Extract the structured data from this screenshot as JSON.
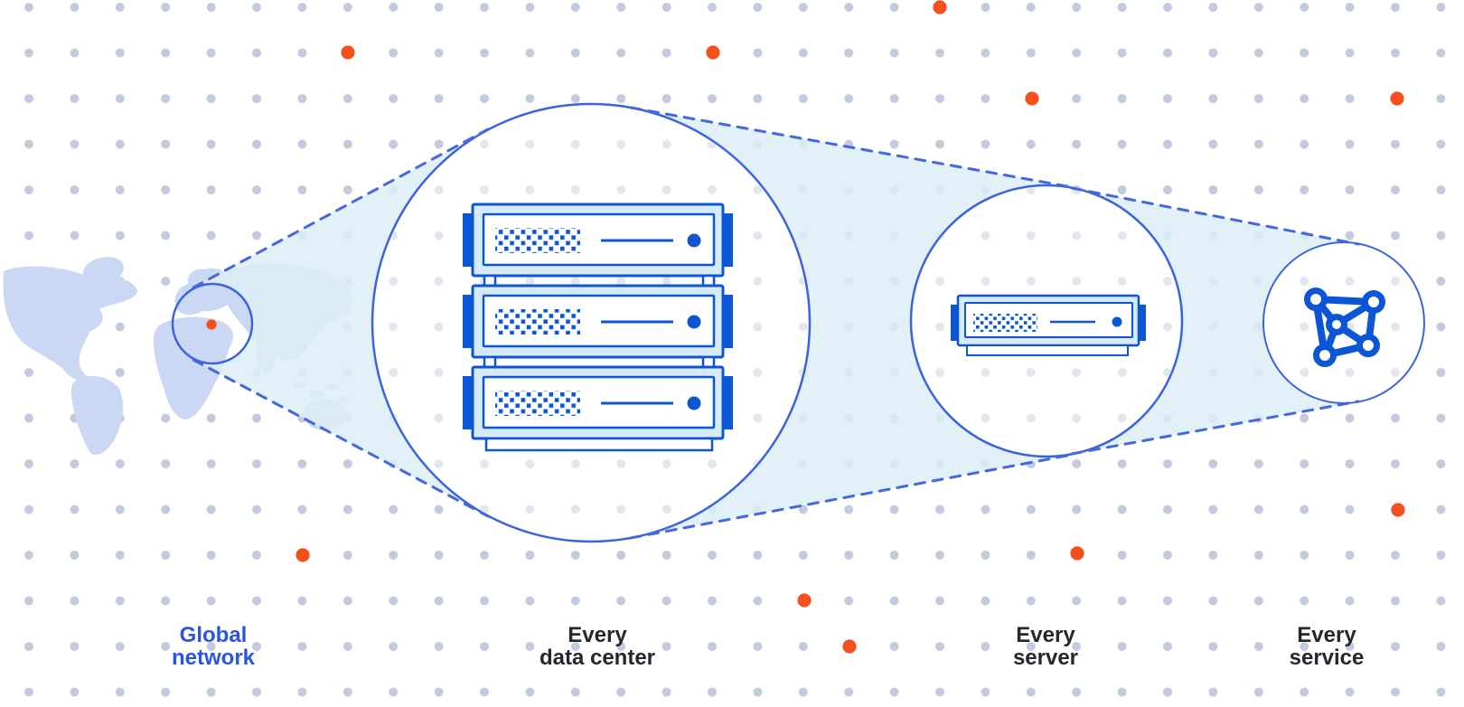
{
  "diagram": {
    "description": "network-zoom-diagram",
    "labels": {
      "global_network": {
        "line1": "Global",
        "line2": "network"
      },
      "data_center": {
        "line1": "Every",
        "line2": "data center"
      },
      "server": {
        "line1": "Every",
        "line2": "server"
      },
      "service": {
        "line1": "Every",
        "line2": "service"
      }
    },
    "icons": {
      "map": "world-map",
      "marker": "location-dot",
      "stage2": "server-rack-3-units",
      "stage3": "server-single-unit",
      "stage4": "network-graph"
    },
    "colors": {
      "accent_orange": "#f4501e",
      "outline_blue": "#3b63de",
      "dash_blue": "#4468de",
      "icon_blue": "#0c56d6",
      "server_body_fill": "#d6eaf8",
      "beam_fill": "#ddeef6",
      "map_fill": "#cbd8f3",
      "grid_dot": "#c3cade",
      "grid_dot_inside": "#e2e7ef",
      "label_dark": "#24282c",
      "label_blue": "#2b55e0"
    }
  }
}
